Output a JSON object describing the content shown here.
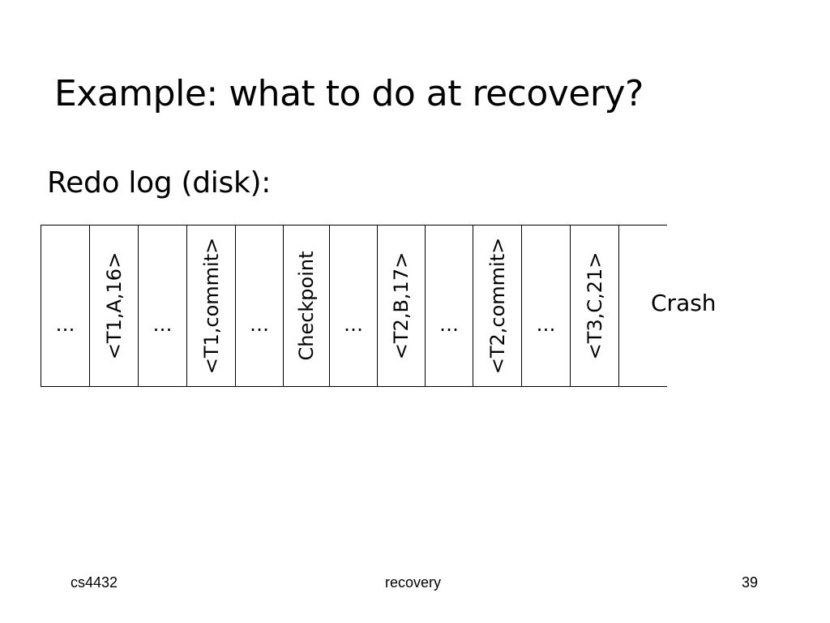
{
  "slide": {
    "title": "Example: what to do at recovery?",
    "subtitle": "Redo log (disk):"
  },
  "log": {
    "entries": [
      {
        "label": "…",
        "type": "dots"
      },
      {
        "label": "<T1,A,16>",
        "type": "record"
      },
      {
        "label": "…",
        "type": "dots"
      },
      {
        "label": "<T1,commit>",
        "type": "record"
      },
      {
        "label": "…",
        "type": "dots"
      },
      {
        "label": "Checkpoint",
        "type": "record"
      },
      {
        "label": "…",
        "type": "dots"
      },
      {
        "label": "<T2,B,17>",
        "type": "record"
      },
      {
        "label": "…",
        "type": "dots"
      },
      {
        "label": "<T2,commit>",
        "type": "record"
      },
      {
        "label": "…",
        "type": "dots"
      },
      {
        "label": "<T3,C,21>",
        "type": "record"
      }
    ],
    "crash_label": "Crash"
  },
  "footer": {
    "left": "cs4432",
    "center": "recovery",
    "right": "39"
  }
}
